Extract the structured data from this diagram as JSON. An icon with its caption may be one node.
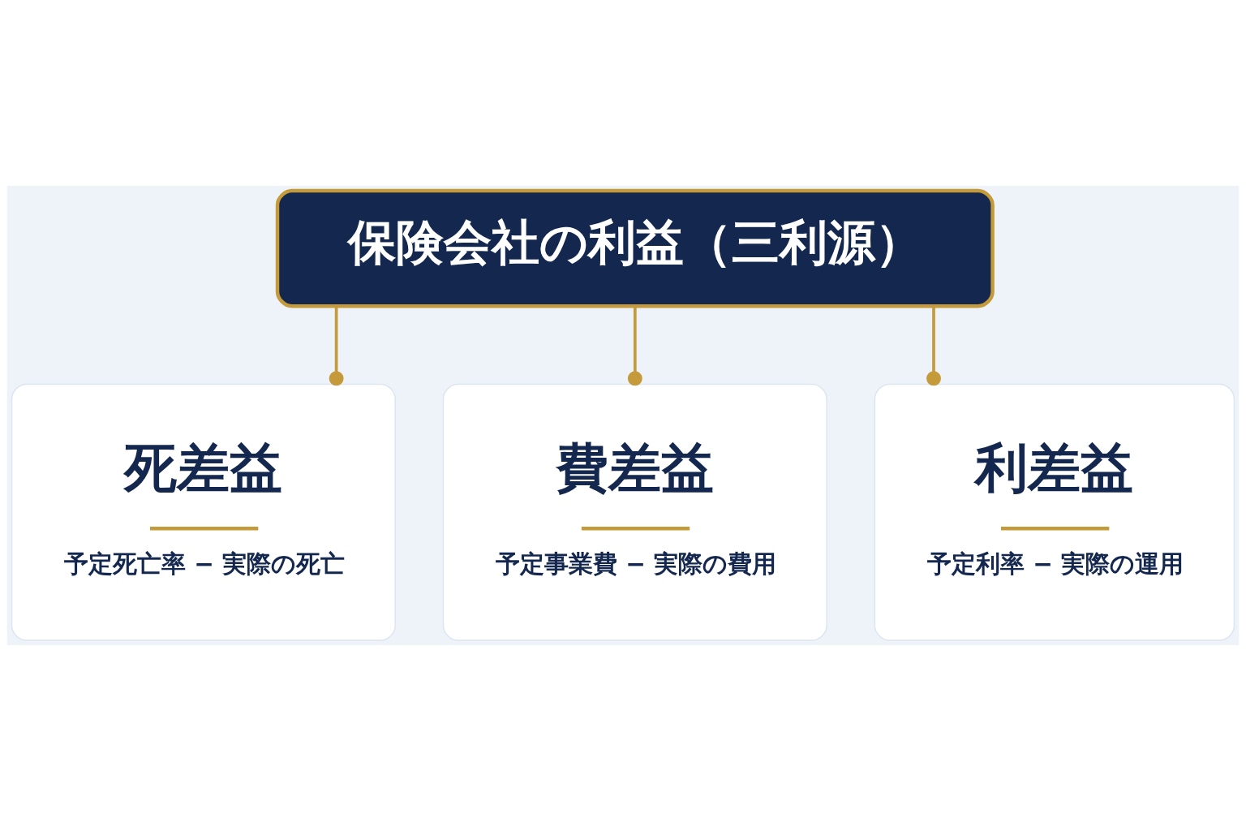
{
  "diagram": {
    "nodes": [
      {
        "text": [
          "保険会社の利益（三利源）"
        ]
      },
      {
        "text": [
          "死差益",
          "予定死亡率 − 実際の死亡"
        ]
      },
      {
        "text": [
          "費差益",
          "予定事業費 − 実際の費用"
        ]
      },
      {
        "text": [
          "利差益",
          "予定利率 − 実際の運用"
        ]
      }
    ],
    "edges": [
      {
        "from": 0,
        "to": 1,
        "arrow": "other"
      },
      {
        "from": 0,
        "to": 2,
        "arrow": "other"
      },
      {
        "from": 0,
        "to": 3,
        "arrow": "other"
      }
    ]
  }
}
